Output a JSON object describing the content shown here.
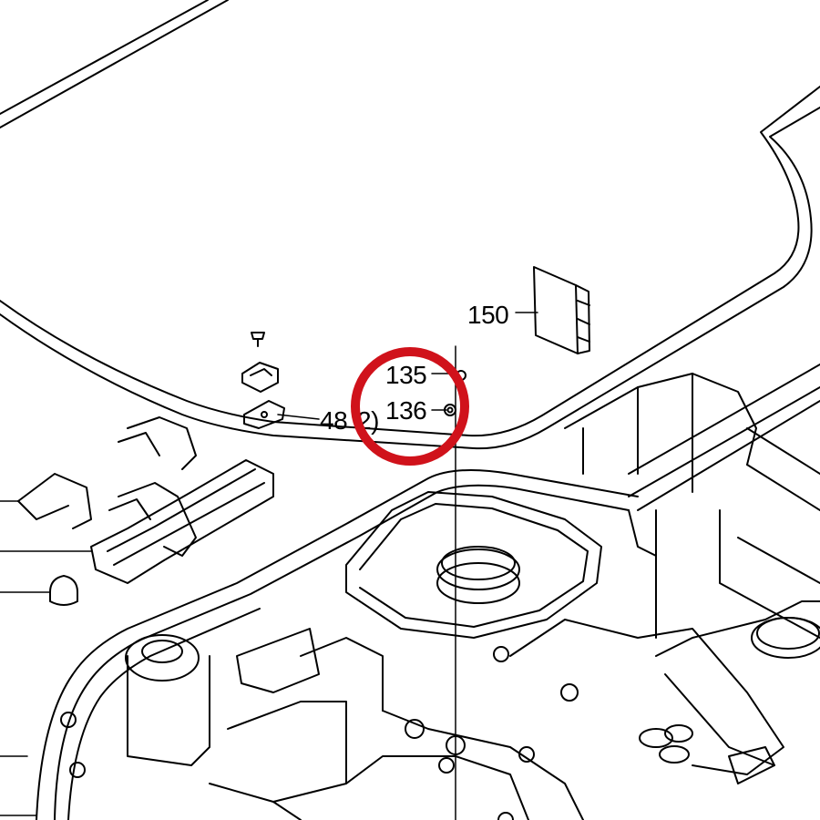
{
  "callouts": [
    {
      "id": "150",
      "text": "150"
    },
    {
      "id": "135",
      "text": "135"
    },
    {
      "id": "136",
      "text": "136"
    },
    {
      "id": "48",
      "text": "48"
    },
    {
      "id": "48-qty",
      "text": "2)"
    }
  ],
  "colors": {
    "line": "#000000",
    "background": "#ffffff",
    "highlight_ring": "#d0121b"
  }
}
